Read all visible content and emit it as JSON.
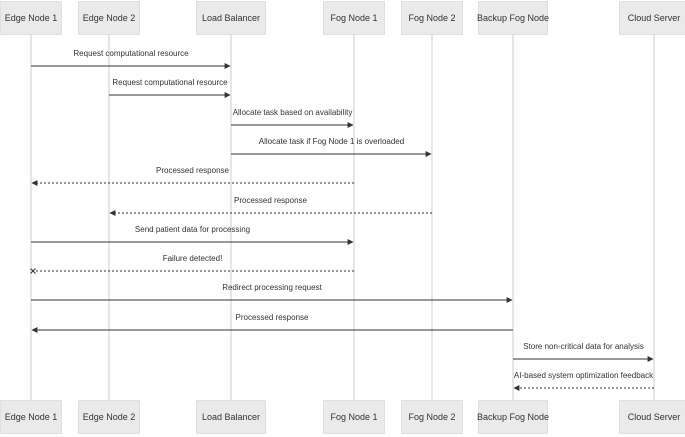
{
  "participants": [
    "Edge Node 1",
    "Edge Node 2",
    "Load Balancer",
    "Fog Node 1",
    "Fog Node 2",
    "Backup Fog Node",
    "Cloud Server"
  ],
  "messages": [
    {
      "from": 0,
      "to": 2,
      "text": "Request computational resource",
      "style": "solid",
      "end": "arrow"
    },
    {
      "from": 1,
      "to": 2,
      "text": "Request computational resource",
      "style": "solid",
      "end": "arrow"
    },
    {
      "from": 2,
      "to": 3,
      "text": "Allocate task based on availability",
      "style": "solid",
      "end": "arrow"
    },
    {
      "from": 2,
      "to": 4,
      "text": "Allocate task if Fog Node 1 is overloaded",
      "style": "solid",
      "end": "arrow"
    },
    {
      "from": 3,
      "to": 0,
      "text": "Processed response",
      "style": "dotted",
      "end": "arrow"
    },
    {
      "from": 4,
      "to": 1,
      "text": "Processed response",
      "style": "dotted",
      "end": "arrow"
    },
    {
      "from": 0,
      "to": 3,
      "text": "Send patient data for processing",
      "style": "solid",
      "end": "arrow"
    },
    {
      "from": 3,
      "to": 0,
      "text": "Failure detected!",
      "style": "dotted",
      "end": "cross"
    },
    {
      "from": 0,
      "to": 5,
      "text": "Redirect processing request",
      "style": "solid",
      "end": "arrow"
    },
    {
      "from": 5,
      "to": 0,
      "text": "Processed response",
      "style": "solid",
      "end": "arrow"
    },
    {
      "from": 5,
      "to": 6,
      "text": "Store non-critical data for analysis",
      "style": "solid",
      "end": "arrow"
    },
    {
      "from": 6,
      "to": 5,
      "text": "AI-based system optimization feedback",
      "style": "dotted",
      "end": "arrow"
    }
  ],
  "colors": {
    "line": "#333333",
    "lifeline": "#cccccc",
    "actor_fill": "#eaeaea",
    "actor_border": "#e0e0e0",
    "text": "#333333"
  }
}
